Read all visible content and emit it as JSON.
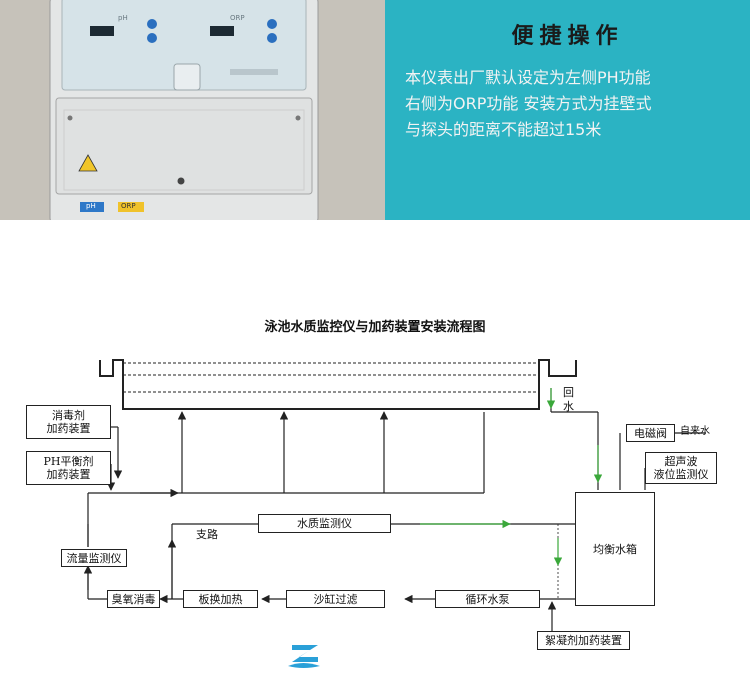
{
  "top": {
    "photo": {
      "ph_label": "pH",
      "orp_label": "ORP",
      "tag_ph": "pH",
      "tag_orp": "ORP"
    },
    "panel": {
      "title": "便捷操作",
      "line1": "本仪表出厂默认设定为左侧PH功能",
      "line2": "右侧为ORP功能  安装方式为挂壁式",
      "line3": "与探头的距离不能超过15米"
    }
  },
  "diagram": {
    "title": "泳池水质监控仪与加药装置安装流程图",
    "return_water_1": "回",
    "return_water_2": "水",
    "boxes": {
      "disinfectant_1": "消毒剂",
      "disinfectant_2": "加药装置",
      "ph_balance_1": "PH平衡剂",
      "ph_balance_2": "加药装置",
      "flow_monitor": "流量监测仪",
      "ozone": "臭氧消毒",
      "plate_heat": "板换加热",
      "sand_filter": "沙缸过滤",
      "circ_pump": "循环水泵",
      "water_monitor": "水质监测仪",
      "balance_tank": "均衡水箱",
      "solenoid": "电磁阀",
      "ultrasonic_1": "超声波",
      "ultrasonic_2": "液位监测仪",
      "flocculant": "絮凝剂加药装置"
    },
    "labels": {
      "branch": "支路",
      "tap_water": "自来水"
    },
    "colors": {
      "line": "#222222",
      "flow_accent": "#3aa83a",
      "logo": "#2aa0d8"
    }
  }
}
